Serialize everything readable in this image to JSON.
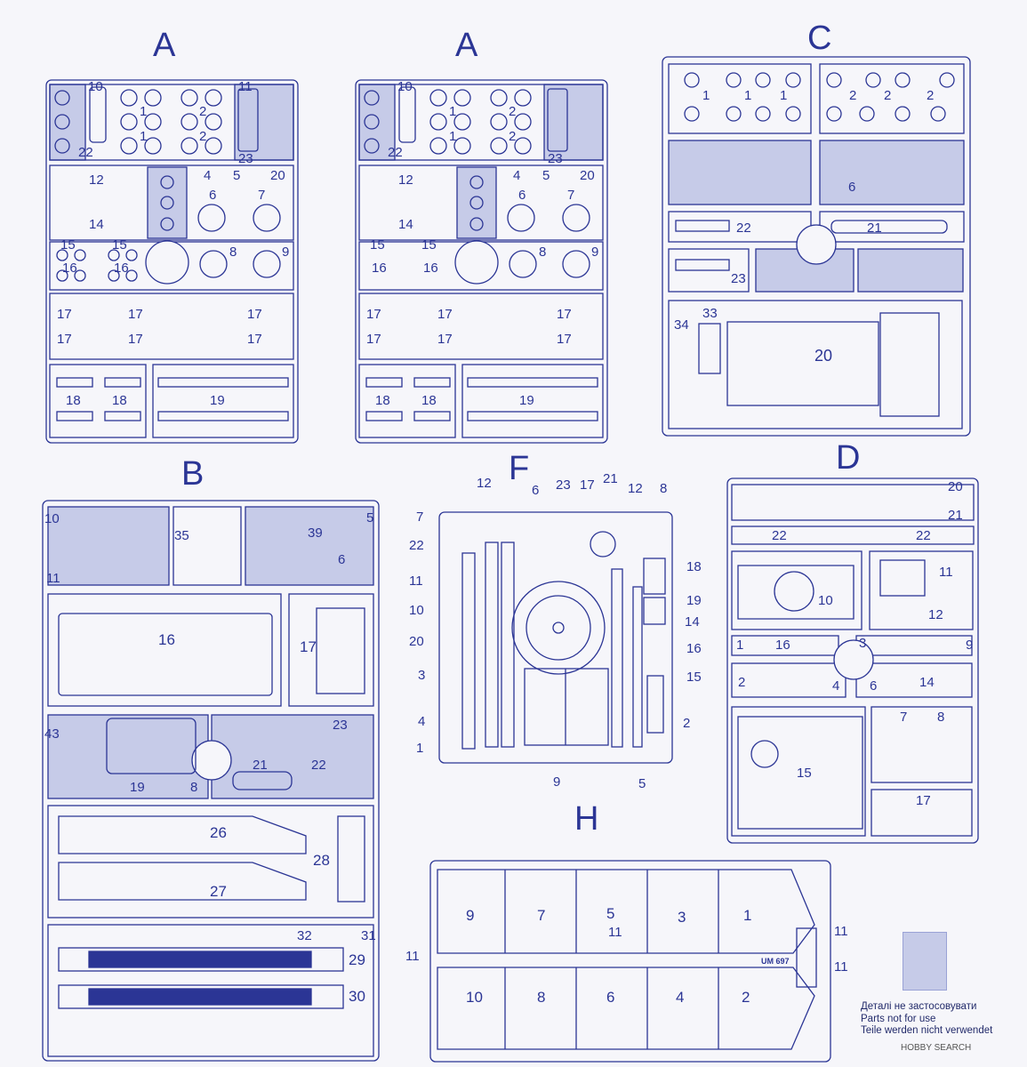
{
  "sprue_letters": {
    "a1": "A",
    "a2": "A",
    "c": "C",
    "b": "B",
    "f": "F",
    "d": "D",
    "h": "H"
  },
  "labels": {
    "a_10": "10",
    "a_22": "22",
    "a_1a": "1",
    "a_1b": "1",
    "a_2a": "2",
    "a_2b": "2",
    "a_11": "11",
    "a_23": "23",
    "a_12": "12",
    "a_14": "14",
    "a_4": "4",
    "a_5": "5",
    "a_20": "20",
    "a_6": "6",
    "a_7": "7",
    "a_15a": "15",
    "a_15b": "15",
    "a_16a": "16",
    "a_16b": "16",
    "a_8": "8",
    "a_9": "9",
    "a_17a": "17",
    "a_17b": "17",
    "a_17c": "17",
    "a_17d": "17",
    "a_17e": "17",
    "a_17f": "17",
    "a_18a": "18",
    "a_18b": "18",
    "a_19": "19",
    "c_1a": "1",
    "c_1b": "1",
    "c_1c": "1",
    "c_2a": "2",
    "c_2b": "2",
    "c_2c": "2",
    "c_6": "6",
    "c_22": "22",
    "c_21": "21",
    "c_23": "23",
    "c_34": "34",
    "c_33": "33",
    "c_20": "20",
    "b_10": "10",
    "b_11": "11",
    "b_35": "35",
    "b_39": "39",
    "b_5": "5",
    "b_6": "6",
    "b_16": "16",
    "b_17": "17",
    "b_43": "43",
    "b_19": "19",
    "b_8": "8",
    "b_21": "21",
    "b_22": "22",
    "b_23": "23",
    "b_26": "26",
    "b_27": "27",
    "b_28": "28",
    "b_32": "32",
    "b_31": "31",
    "b_29": "29",
    "b_30": "30",
    "f_12a": "12",
    "f_6": "6",
    "f_23": "23",
    "f_17": "17",
    "f_21": "21",
    "f_12b": "12",
    "f_8": "8",
    "f_7": "7",
    "f_22": "22",
    "f_18": "18",
    "f_11": "11",
    "f_19": "19",
    "f_10": "10",
    "f_14": "14",
    "f_20": "20",
    "f_16": "16",
    "f_3": "3",
    "f_15": "15",
    "f_4": "4",
    "f_2": "2",
    "f_1": "1",
    "f_9": "9",
    "f_5": "5",
    "d_20": "20",
    "d_21": "21",
    "d_22a": "22",
    "d_22b": "22",
    "d_10": "10",
    "d_11": "11",
    "d_12": "12",
    "d_1": "1",
    "d_16": "16",
    "d_3": "3",
    "d_9": "9",
    "d_2": "2",
    "d_4": "4",
    "d_6": "6",
    "d_14": "14",
    "d_7": "7",
    "d_8": "8",
    "d_15": "15",
    "d_17": "17",
    "h_9": "9",
    "h_7": "7",
    "h_5": "5",
    "h_3": "3",
    "h_1": "1",
    "h_11a": "11",
    "h_11b": "11",
    "h_11c": "11",
    "h_11d": "11",
    "h_10": "10",
    "h_8": "8",
    "h_6": "6",
    "h_4": "4",
    "h_2": "2",
    "h_code": "UM 697"
  },
  "legend": {
    "line1": "Деталі не застосовувати",
    "line2": "Parts not for use",
    "line3": "Teile werden nicht verwendet"
  },
  "watermark": {
    "brand": "HOBBY SEARCH"
  },
  "colors": {
    "ink": "#2b3595",
    "shade": "#c6cbe8",
    "paper": "#f6f6fa"
  }
}
